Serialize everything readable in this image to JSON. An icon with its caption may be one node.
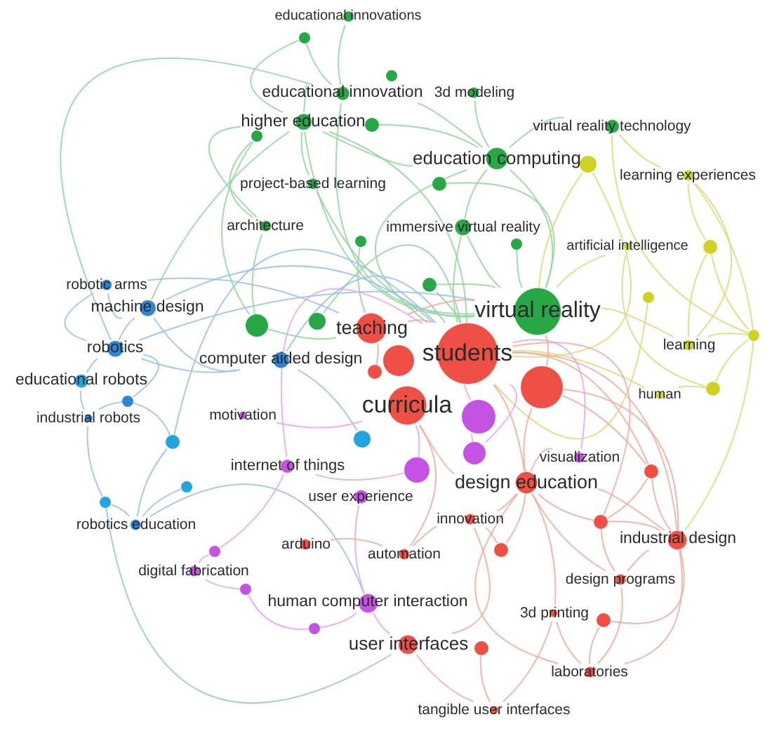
{
  "diagram": {
    "nodes": [
      {
        "text": [
          "educational innovations"
        ]
      },
      {
        "text": [],
        "shape": "circle"
      },
      {
        "text": [],
        "shape": "circle"
      },
      {
        "text": [
          "educational innovation"
        ]
      },
      {
        "text": [
          "3d modeling"
        ]
      },
      {
        "text": [
          "higher education"
        ]
      },
      {
        "text": [],
        "shape": "circle"
      },
      {
        "text": [
          "virtual reality technology"
        ]
      },
      {
        "text": [],
        "shape": "circle"
      },
      {
        "text": [
          "education computing"
        ]
      },
      {
        "text": [],
        "shape": "circle"
      },
      {
        "text": [],
        "shape": "circle"
      },
      {
        "text": [
          "learning experiences"
        ]
      },
      {
        "text": [
          "project-based learning"
        ]
      },
      {
        "text": [
          "architecture"
        ]
      },
      {
        "text": [
          "immersive virtual reality"
        ]
      },
      {
        "text": [],
        "shape": "circle"
      },
      {
        "text": [],
        "shape": "circle"
      },
      {
        "text": [
          "artificial intelligence"
        ]
      },
      {
        "text": [],
        "shape": "circle"
      },
      {
        "text": [
          "robotic arms"
        ]
      },
      {
        "text": [],
        "shape": "circle"
      },
      {
        "text": [],
        "shape": "circle"
      },
      {
        "text": [
          "machine design"
        ]
      },
      {
        "text": [
          "virtual reality"
        ]
      },
      {
        "text": [],
        "shape": "circle"
      },
      {
        "text": [],
        "shape": "circle"
      },
      {
        "text": [
          "teaching"
        ]
      },
      {
        "text": [],
        "shape": "circle"
      },
      {
        "text": [
          "learning"
        ]
      },
      {
        "text": [
          "robotics"
        ]
      },
      {
        "text": [
          "students"
        ]
      },
      {
        "text": [],
        "shape": "circle"
      },
      {
        "text": [
          "computer aided design"
        ]
      },
      {
        "text": [],
        "shape": "circle"
      },
      {
        "text": [
          "educational robots"
        ]
      },
      {
        "text": [],
        "shape": "circle"
      },
      {
        "text": [],
        "shape": "circle"
      },
      {
        "text": [
          "human"
        ]
      },
      {
        "text": [],
        "shape": "circle"
      },
      {
        "text": [
          "curricula"
        ]
      },
      {
        "text": [],
        "shape": "circle"
      },
      {
        "text": [
          "motivation"
        ]
      },
      {
        "text": [
          "industrial robots"
        ]
      },
      {
        "text": [],
        "shape": "circle"
      },
      {
        "text": [],
        "shape": "circle"
      },
      {
        "text": [
          "visualization"
        ]
      },
      {
        "text": [],
        "shape": "circle"
      },
      {
        "text": [
          "internet of things"
        ]
      },
      {
        "text": [],
        "shape": "circle"
      },
      {
        "text": [],
        "shape": "circle"
      },
      {
        "text": [
          "design education"
        ]
      },
      {
        "text": [],
        "shape": "circle"
      },
      {
        "text": [
          "user experience"
        ]
      },
      {
        "text": [],
        "shape": "circle"
      },
      {
        "text": [
          "innovation"
        ]
      },
      {
        "text": [],
        "shape": "circle"
      },
      {
        "text": [
          "robotics education"
        ]
      },
      {
        "text": [
          "industrial design"
        ]
      },
      {
        "text": [
          "arduino"
        ]
      },
      {
        "text": [],
        "shape": "circle"
      },
      {
        "text": [],
        "shape": "circle"
      },
      {
        "text": [
          "automation"
        ]
      },
      {
        "text": [
          "digital fabrication"
        ]
      },
      {
        "text": [
          "design programs"
        ]
      },
      {
        "text": [],
        "shape": "circle"
      },
      {
        "text": [
          "human computer interaction"
        ]
      },
      {
        "text": [
          "3d printing"
        ]
      },
      {
        "text": [],
        "shape": "circle"
      },
      {
        "text": [],
        "shape": "circle"
      },
      {
        "text": [
          "user interfaces"
        ]
      },
      {
        "text": [],
        "shape": "circle"
      },
      {
        "text": [
          "laboratories"
        ]
      },
      {
        "text": [
          "tangible user interfaces"
        ]
      }
    ],
    "edges": [
      {
        "from": 0,
        "to": 3,
        "arrow": "none",
        "color": "#8fd69b"
      },
      {
        "from": 1,
        "to": 5,
        "arrow": "none",
        "color": "#8fd69b"
      },
      {
        "from": 1,
        "to": 3,
        "arrow": "none",
        "color": "#8fd69b"
      },
      {
        "from": 3,
        "to": 5,
        "arrow": "none",
        "color": "#8fd69b"
      },
      {
        "from": 3,
        "to": 9,
        "arrow": "none",
        "color": "#8fd69b"
      },
      {
        "from": 3,
        "to": 24,
        "arrow": "none",
        "color": "#8fd69b"
      },
      {
        "from": 4,
        "to": 9,
        "arrow": "none",
        "color": "#8fd69b"
      },
      {
        "from": 5,
        "to": 9,
        "arrow": "none",
        "color": "#8fd69b"
      },
      {
        "from": 5,
        "to": 13,
        "arrow": "none",
        "color": "#8fd69b"
      },
      {
        "from": 5,
        "to": 14,
        "arrow": "none",
        "color": "#8fd69b"
      },
      {
        "from": 5,
        "to": 24,
        "arrow": "none",
        "color": "#8fd69b"
      },
      {
        "from": 5,
        "to": 31,
        "arrow": "none",
        "color": "#8fd69b"
      },
      {
        "from": 6,
        "to": 9,
        "arrow": "none",
        "color": "#8fd69b"
      },
      {
        "from": 7,
        "to": 9,
        "arrow": "none",
        "color": "#8fd69b"
      },
      {
        "from": 8,
        "to": 14,
        "arrow": "none",
        "color": "#8fd69b"
      },
      {
        "from": 8,
        "to": 25,
        "arrow": "none",
        "color": "#8fd69b"
      },
      {
        "from": 9,
        "to": 24,
        "arrow": "none",
        "color": "#8fd69b"
      },
      {
        "from": 9,
        "to": 31,
        "arrow": "none",
        "color": "#8fd69b"
      },
      {
        "from": 9,
        "to": 15,
        "arrow": "none",
        "color": "#8fd69b"
      },
      {
        "from": 10,
        "to": 24,
        "arrow": "none",
        "color": "#8fd69b"
      },
      {
        "from": 13,
        "to": 24,
        "arrow": "none",
        "color": "#8fd69b"
      },
      {
        "from": 14,
        "to": 25,
        "arrow": "none",
        "color": "#8fd69b"
      },
      {
        "from": 15,
        "to": 24,
        "arrow": "none",
        "color": "#8fd69b"
      },
      {
        "from": 15,
        "to": 31,
        "arrow": "none",
        "color": "#8fd69b"
      },
      {
        "from": 16,
        "to": 27,
        "arrow": "none",
        "color": "#8fd69b"
      },
      {
        "from": 17,
        "to": 24,
        "arrow": "none",
        "color": "#8fd69b"
      },
      {
        "from": 21,
        "to": 31,
        "arrow": "none",
        "color": "#8fd69b"
      },
      {
        "from": 21,
        "to": 24,
        "arrow": "none",
        "color": "#8fd69b"
      },
      {
        "from": 25,
        "to": 27,
        "arrow": "none",
        "color": "#8fd69b"
      },
      {
        "from": 26,
        "to": 31,
        "arrow": "none",
        "color": "#8fd69b"
      },
      {
        "from": 5,
        "to": 23,
        "arrow": "none",
        "color": "#8fd69b"
      },
      {
        "from": 3,
        "to": 30,
        "arrow": "none",
        "color": "#8fd69b"
      },
      {
        "from": 7,
        "to": 12,
        "arrow": "none",
        "color": "#d9d97a"
      },
      {
        "from": 11,
        "to": 24,
        "arrow": "none",
        "color": "#d9d97a"
      },
      {
        "from": 11,
        "to": 31,
        "arrow": "none",
        "color": "#d9d97a"
      },
      {
        "from": 12,
        "to": 29,
        "arrow": "none",
        "color": "#d9d97a"
      },
      {
        "from": 12,
        "to": 19,
        "arrow": "none",
        "color": "#d9d97a"
      },
      {
        "from": 18,
        "to": 24,
        "arrow": "none",
        "color": "#d9d97a"
      },
      {
        "from": 19,
        "to": 29,
        "arrow": "none",
        "color": "#d9d97a"
      },
      {
        "from": 19,
        "to": 28,
        "arrow": "none",
        "color": "#d9d97a"
      },
      {
        "from": 22,
        "to": 31,
        "arrow": "none",
        "color": "#d9d97a"
      },
      {
        "from": 28,
        "to": 29,
        "arrow": "none",
        "color": "#d9d97a"
      },
      {
        "from": 28,
        "to": 37,
        "arrow": "none",
        "color": "#d9d97a"
      },
      {
        "from": 29,
        "to": 24,
        "arrow": "none",
        "color": "#d9d97a"
      },
      {
        "from": 37,
        "to": 38,
        "arrow": "none",
        "color": "#d9d97a"
      },
      {
        "from": 38,
        "to": 31,
        "arrow": "none",
        "color": "#d9d97a"
      },
      {
        "from": 12,
        "to": 28,
        "arrow": "none",
        "color": "#d9d97a"
      },
      {
        "from": 18,
        "to": 37,
        "arrow": "none",
        "color": "#d9d97a"
      },
      {
        "from": 7,
        "to": 28,
        "arrow": "none",
        "color": "#d9d97a"
      },
      {
        "from": 28,
        "to": 58,
        "arrow": "none",
        "color": "#d9d97a"
      },
      {
        "from": 20,
        "to": 23,
        "arrow": "none",
        "color": "#98c0ea"
      },
      {
        "from": 20,
        "to": 30,
        "arrow": "none",
        "color": "#98c0ea"
      },
      {
        "from": 23,
        "to": 30,
        "arrow": "none",
        "color": "#98c0ea"
      },
      {
        "from": 23,
        "to": 33,
        "arrow": "none",
        "color": "#98c0ea"
      },
      {
        "from": 23,
        "to": 31,
        "arrow": "none",
        "color": "#98c0ea"
      },
      {
        "from": 30,
        "to": 35,
        "arrow": "none",
        "color": "#98c0ea"
      },
      {
        "from": 30,
        "to": 33,
        "arrow": "none",
        "color": "#98c0ea"
      },
      {
        "from": 35,
        "to": 43,
        "arrow": "none",
        "color": "#98c0ea"
      },
      {
        "from": 30,
        "to": 39,
        "arrow": "none",
        "color": "#98c0ea"
      },
      {
        "from": 39,
        "to": 45,
        "arrow": "none",
        "color": "#98c0ea"
      },
      {
        "from": 39,
        "to": 43,
        "arrow": "none",
        "color": "#98c0ea"
      },
      {
        "from": 43,
        "to": 54,
        "arrow": "none",
        "color": "#98c0ea"
      },
      {
        "from": 45,
        "to": 57,
        "arrow": "none",
        "color": "#98c0ea"
      },
      {
        "from": 52,
        "to": 57,
        "arrow": "none",
        "color": "#98c0ea"
      },
      {
        "from": 54,
        "to": 57,
        "arrow": "none",
        "color": "#98c0ea"
      },
      {
        "from": 44,
        "to": 33,
        "arrow": "none",
        "color": "#98c0ea"
      },
      {
        "from": 33,
        "to": 31,
        "arrow": "none",
        "color": "#98c0ea"
      },
      {
        "from": 45,
        "to": 31,
        "arrow": "none",
        "color": "#98c0ea"
      },
      {
        "from": 20,
        "to": 27,
        "arrow": "none",
        "color": "#98c0ea"
      },
      {
        "from": 30,
        "to": 24,
        "arrow": "none",
        "color": "#98c0ea"
      },
      {
        "from": 57,
        "to": 66,
        "arrow": "none",
        "color": "#98c0ea"
      },
      {
        "from": 54,
        "to": 70,
        "arrow": "none",
        "color": "#98c0ea"
      },
      {
        "from": 41,
        "to": 31,
        "arrow": "none",
        "color": "#e3a6f2"
      },
      {
        "from": 41,
        "to": 47,
        "arrow": "none",
        "color": "#e3a6f2"
      },
      {
        "from": 42,
        "to": 40,
        "arrow": "none",
        "color": "#e3a6f2"
      },
      {
        "from": 47,
        "to": 31,
        "arrow": "none",
        "color": "#e3a6f2"
      },
      {
        "from": 48,
        "to": 31,
        "arrow": "none",
        "color": "#e3a6f2"
      },
      {
        "from": 48,
        "to": 50,
        "arrow": "none",
        "color": "#e3a6f2"
      },
      {
        "from": 50,
        "to": 40,
        "arrow": "none",
        "color": "#e3a6f2"
      },
      {
        "from": 53,
        "to": 66,
        "arrow": "none",
        "color": "#e3a6f2"
      },
      {
        "from": 61,
        "to": 63,
        "arrow": "none",
        "color": "#e3a6f2"
      },
      {
        "from": 63,
        "to": 65,
        "arrow": "none",
        "color": "#e3a6f2"
      },
      {
        "from": 65,
        "to": 69,
        "arrow": "none",
        "color": "#e3a6f2"
      },
      {
        "from": 69,
        "to": 66,
        "arrow": "none",
        "color": "#e3a6f2"
      },
      {
        "from": 66,
        "to": 70,
        "arrow": "none",
        "color": "#e3a6f2"
      },
      {
        "from": 46,
        "to": 51,
        "arrow": "none",
        "color": "#e3a6f2"
      },
      {
        "from": 46,
        "to": 31,
        "arrow": "none",
        "color": "#e3a6f2"
      },
      {
        "from": 61,
        "to": 48,
        "arrow": "none",
        "color": "#e3a6f2"
      },
      {
        "from": 27,
        "to": 31,
        "arrow": "none"
      },
      {
        "from": 31,
        "to": 51,
        "arrow": "none"
      },
      {
        "from": 34,
        "to": 51,
        "arrow": "none"
      },
      {
        "from": 34,
        "to": 24,
        "arrow": "none"
      },
      {
        "from": 40,
        "to": 51,
        "arrow": "none"
      },
      {
        "from": 36,
        "to": 27,
        "arrow": "none"
      },
      {
        "from": 49,
        "to": 58,
        "arrow": "none"
      },
      {
        "from": 49,
        "to": 31,
        "arrow": "none"
      },
      {
        "from": 51,
        "to": 58,
        "arrow": "none"
      },
      {
        "from": 51,
        "to": 55,
        "arrow": "none"
      },
      {
        "from": 55,
        "to": 70,
        "arrow": "none"
      },
      {
        "from": 56,
        "to": 58,
        "arrow": "none"
      },
      {
        "from": 56,
        "to": 51,
        "arrow": "none"
      },
      {
        "from": 58,
        "to": 64,
        "arrow": "none"
      },
      {
        "from": 60,
        "to": 51,
        "arrow": "none"
      },
      {
        "from": 64,
        "to": 72,
        "arrow": "none"
      },
      {
        "from": 67,
        "to": 72,
        "arrow": "none"
      },
      {
        "from": 68,
        "to": 72,
        "arrow": "none"
      },
      {
        "from": 70,
        "to": 73,
        "arrow": "none"
      },
      {
        "from": 71,
        "to": 73,
        "arrow": "none"
      },
      {
        "from": 72,
        "to": 58,
        "arrow": "none"
      },
      {
        "from": 67,
        "to": 51,
        "arrow": "none"
      },
      {
        "from": 34,
        "to": 58,
        "arrow": "none"
      },
      {
        "from": 73,
        "to": 67,
        "arrow": "none"
      },
      {
        "from": 58,
        "to": 31,
        "arrow": "none"
      },
      {
        "from": 27,
        "to": 24,
        "arrow": "none"
      },
      {
        "from": 40,
        "to": 62,
        "arrow": "none"
      },
      {
        "from": 51,
        "to": 64,
        "arrow": "none"
      },
      {
        "from": 51,
        "to": 72,
        "arrow": "none"
      },
      {
        "from": 34,
        "to": 49,
        "arrow": "none"
      },
      {
        "from": 31,
        "to": 56,
        "arrow": "none"
      },
      {
        "from": 55,
        "to": 62,
        "arrow": "none"
      },
      {
        "from": 58,
        "to": 68,
        "arrow": "none"
      },
      {
        "from": 56,
        "to": 49,
        "arrow": "none"
      },
      {
        "from": 62,
        "to": 59,
        "arrow": "none"
      },
      {
        "from": 60,
        "to": 55,
        "arrow": "none"
      },
      {
        "from": 64,
        "to": 56,
        "arrow": "none"
      }
    ]
  }
}
